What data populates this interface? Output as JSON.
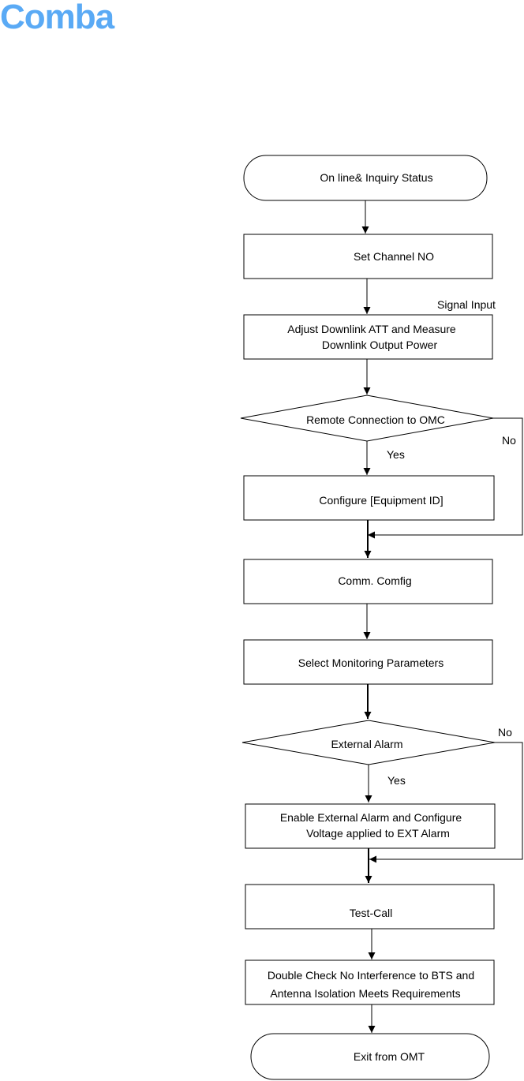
{
  "header": {
    "logo_text": "Comba",
    "logo_color": "#5aaaf5"
  },
  "flowchart": {
    "start": "On line& Inquiry Status",
    "step_set_channel": "Set Channel NO",
    "signal_input_label": "Signal Input",
    "step_adjust_line1": "Adjust Downlink ATT and Measure",
    "step_adjust_line2": "Downlink Output Power",
    "decision_omc": "Remote Connection to OMC",
    "decision_omc_no": "No",
    "decision_omc_yes": "Yes",
    "step_configure_id": "Configure [Equipment ID]",
    "step_comm_config": "Comm. Comfig",
    "step_select_params": "Select Monitoring Parameters",
    "decision_ext_alarm": "External Alarm",
    "decision_ext_no": "No",
    "decision_ext_yes": "Yes",
    "step_enable_line1": "Enable External Alarm and Configure",
    "step_enable_line2": "Voltage applied to EXT Alarm",
    "step_test_call": "Test-Call",
    "step_double_line1": "Double Check No Interference to BTS and",
    "step_double_line2": "Antenna Isolation Meets Requirements",
    "end": "Exit from OMT"
  }
}
